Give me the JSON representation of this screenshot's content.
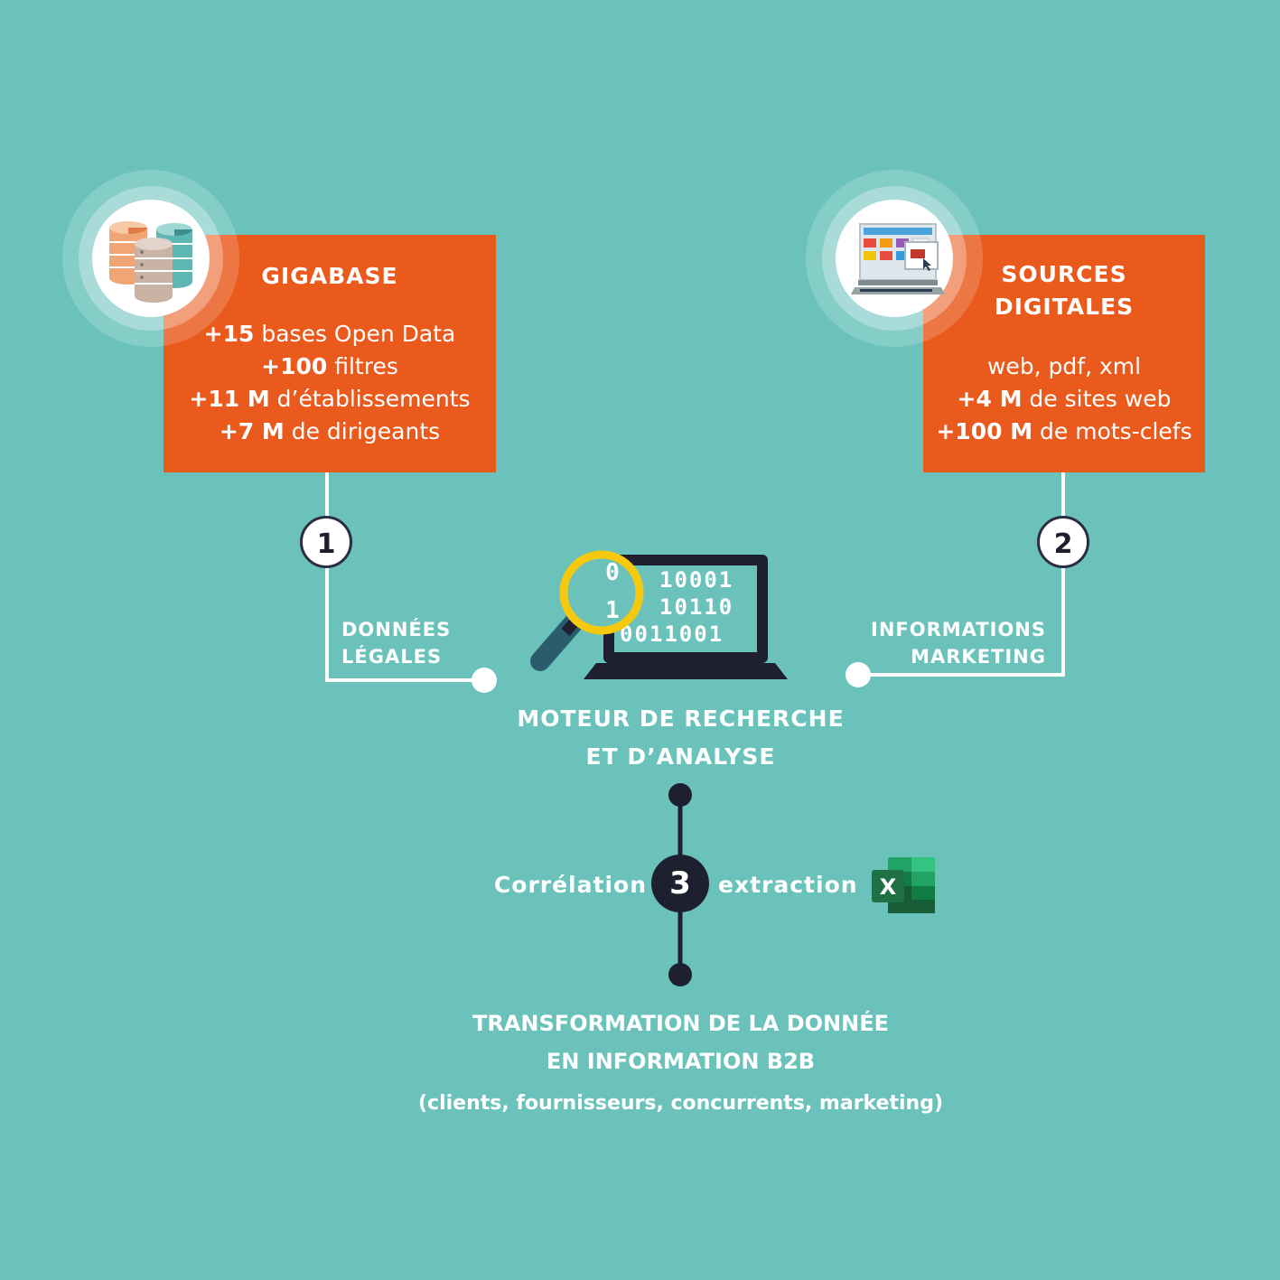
{
  "gigabase": {
    "title": "GIGABASE",
    "lines": [
      {
        "bold": "+15",
        "text": " bases Open Data"
      },
      {
        "bold": "+100",
        "text": " filtres"
      },
      {
        "bold": "+11 M",
        "text": " d’établissements"
      },
      {
        "bold": "+7 M",
        "text": " de dirigeants"
      }
    ]
  },
  "sources": {
    "title_line1": "SOURCES",
    "title_line2": "DIGITALES",
    "lines": [
      {
        "bold": "",
        "text": "web, pdf, xml"
      },
      {
        "bold": "+4 M",
        "text": " de sites web"
      },
      {
        "bold": "+100 M",
        "text": " de mots-clefs"
      }
    ]
  },
  "steps": {
    "step1": {
      "number": "1",
      "label_line1": "DONNÉES",
      "label_line2": "LÉGALES"
    },
    "step2": {
      "number": "2",
      "label_line1": "INFORMATIONS",
      "label_line2": "MARKETING"
    },
    "step3": {
      "number": "3",
      "left": "Corrélation",
      "right": "extraction"
    }
  },
  "engine": {
    "line1": "MOTEUR DE RECHERCHE",
    "line2": "ET D’ANALYSE",
    "binary": [
      "0",
      "10001",
      "1",
      "10110",
      "0011001"
    ]
  },
  "output": {
    "line1": "TRANSFORMATION DE LA DONNÉE",
    "line2": "EN INFORMATION B2B",
    "sub": "(clients, fournisseurs, concurrents, marketing)"
  },
  "excel_letter": "X",
  "colors": {
    "background": "#6bc2bb",
    "orange": "#e95a1c",
    "dark": "#1e2030",
    "yellow": "#f6c90e",
    "excel_green": "#1e7145"
  }
}
